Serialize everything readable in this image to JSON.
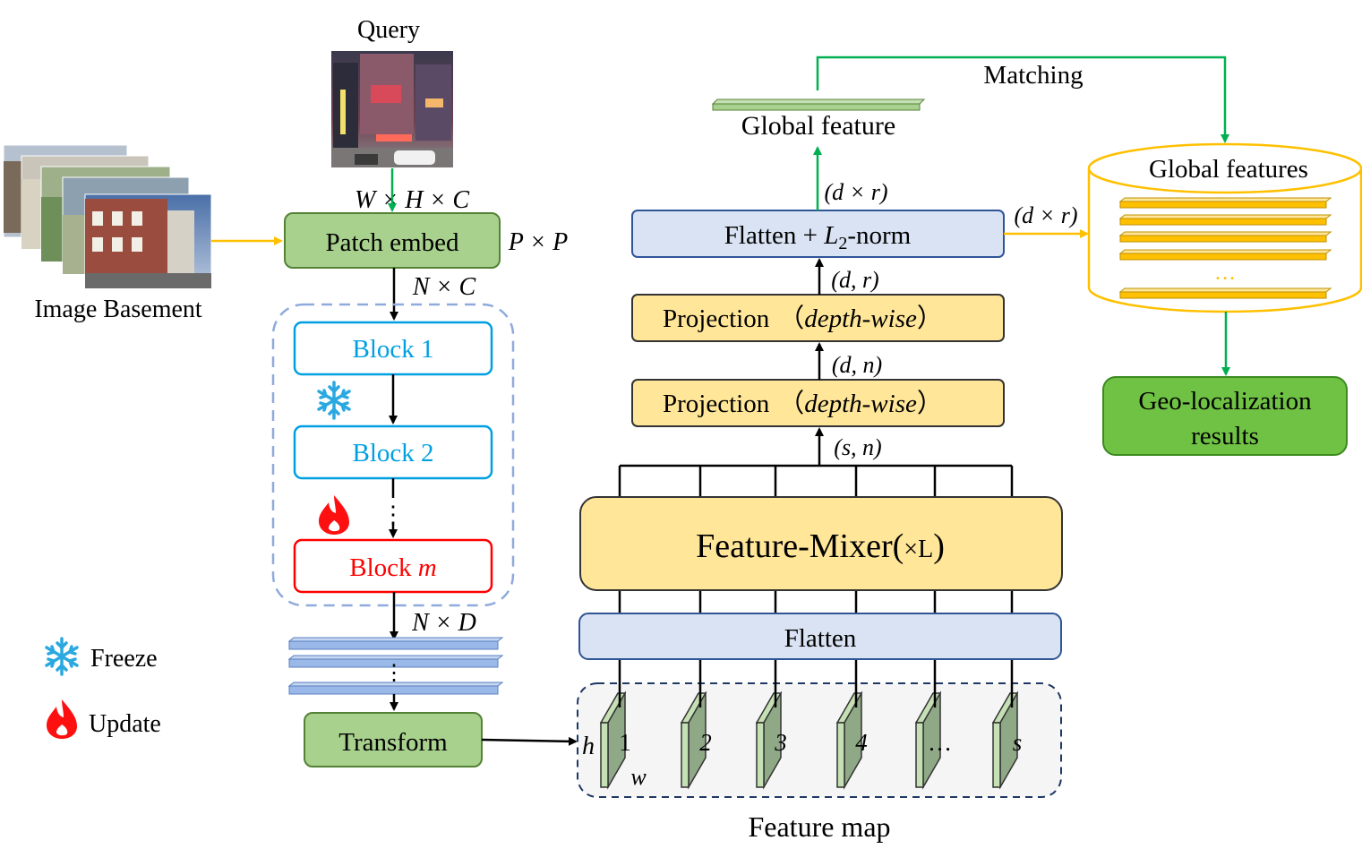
{
  "query": {
    "label": "Query",
    "dims": "W × H × C"
  },
  "basement": {
    "label": "Image Basement"
  },
  "patch_embed": {
    "label": "Patch embed",
    "kernel": "P × P",
    "out": "N × C"
  },
  "blocks": {
    "b1": "Block 1",
    "b2": "Block 2",
    "ellipsis": "⋮",
    "bm_prefix": "Block ",
    "bm_var": "m"
  },
  "tokens": {
    "dims": "N × D",
    "ellipsis": "⋮"
  },
  "transform": {
    "label": "Transform"
  },
  "legend": {
    "freeze": "Freeze",
    "update": "Update"
  },
  "feature_map": {
    "label": "Feature map",
    "h": "h",
    "w": "w",
    "slices": [
      "1",
      "2",
      "3",
      "4",
      "…",
      "s"
    ]
  },
  "flatten": {
    "label": "Flatten"
  },
  "mixer": {
    "label": "Feature-Mixer(",
    "times": "×L",
    "close": ")"
  },
  "dims": {
    "s_n": "(s, n)",
    "d_n": "(d, n)",
    "d_r": "(d, r)",
    "dxr_up": "(d × r)",
    "dxr_right": "(d × r)"
  },
  "projection": {
    "label": "Projection",
    "mode": "depth-wise"
  },
  "flatten_norm": {
    "prefix": "Flatten + ",
    "L": "L",
    "sub": "2",
    "suffix": "-norm"
  },
  "global_feature": {
    "label": "Global feature"
  },
  "matching": {
    "label": "Matching"
  },
  "database": {
    "label": "Global features",
    "ellipsis": "…"
  },
  "results": {
    "line1": "Geo-localization",
    "line2": "results"
  },
  "colors": {
    "green_fill": "#a9d18e",
    "green_stroke": "#548235",
    "blue_block": "#00a0e0",
    "red_block": "#ff0000",
    "blue_dash": "#8faadc",
    "light_blue_fill": "#dae3f3",
    "yellow_fill": "#ffe699",
    "orange": "#ffc000",
    "arrow_green": "#00b050",
    "bright_green": "#70c244",
    "map_slice": "#a9c09a"
  }
}
